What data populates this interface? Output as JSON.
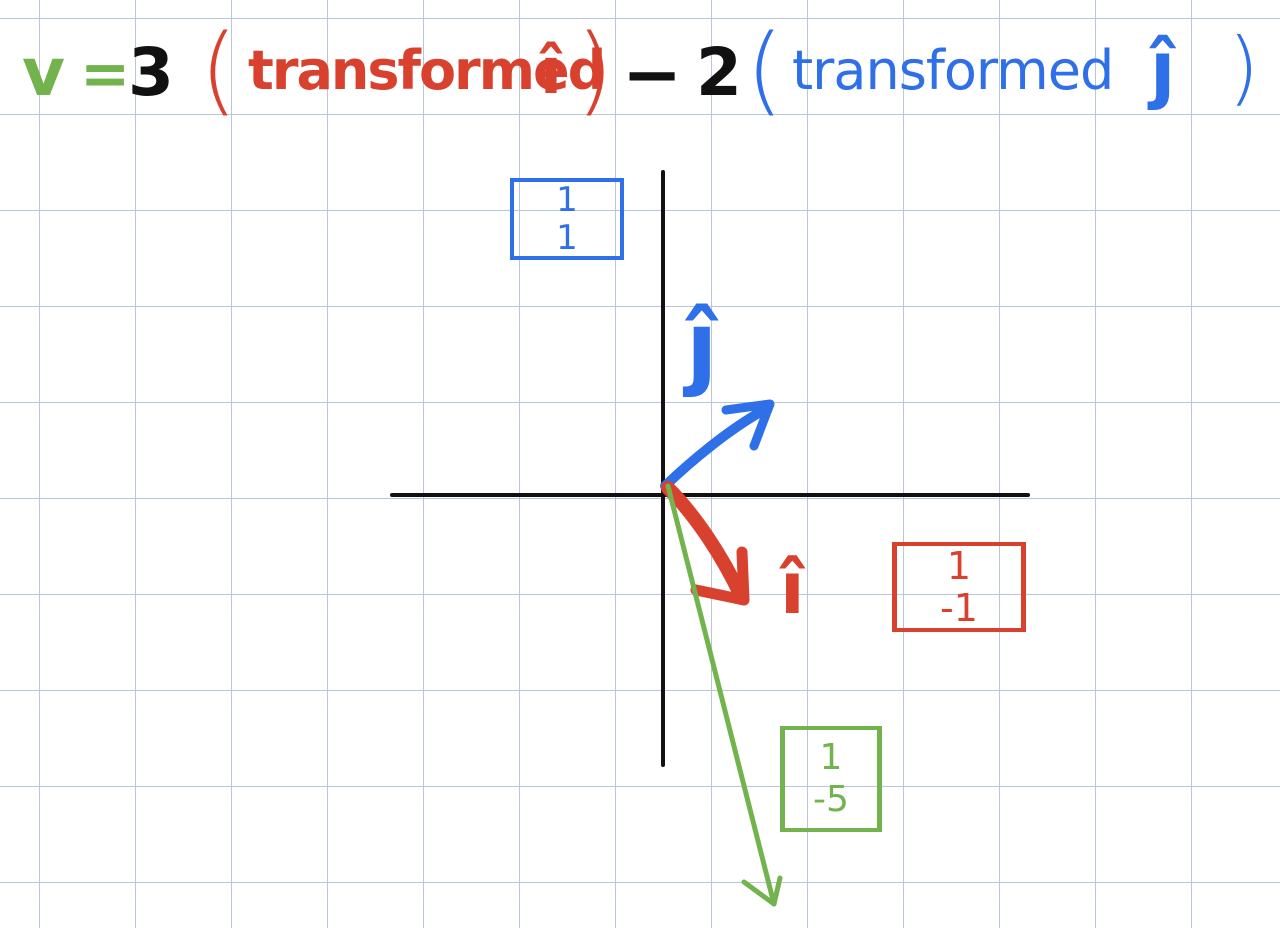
{
  "colors": {
    "red": "#d9412f",
    "blue": "#2f6fe8",
    "green": "#72b34e",
    "black": "#111111",
    "grid": "#b7c6da"
  },
  "equation": {
    "v": "v",
    "equals": "=",
    "coef_i": "3",
    "paren_open": "(",
    "word_i": "transformed",
    "hat_i": "î",
    "paren_close": ")",
    "minus": "−",
    "coef_j": "2",
    "paren_open_2": "(",
    "word_j": "transformed",
    "hat_j": "ĵ",
    "paren_close_2": ")"
  },
  "labels": {
    "j_hat": "ĵ",
    "i_hat": "î"
  },
  "matrices": {
    "j_vector": [
      "1",
      "1"
    ],
    "i_vector": [
      "1",
      "-1"
    ],
    "v_vector": [
      "1",
      "-5"
    ]
  },
  "vectors": {
    "i": [
      1,
      -1
    ],
    "j": [
      1,
      1
    ],
    "v": [
      1,
      -5
    ]
  }
}
